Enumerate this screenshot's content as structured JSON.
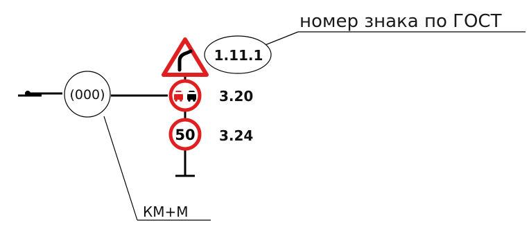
{
  "header_caption": "номер знака по ГОСТ",
  "signs": [
    {
      "code": "1.11.1",
      "name": "warning-curve-sign"
    },
    {
      "code": "3.20",
      "name": "no-overtaking-sign"
    },
    {
      "code": "3.24",
      "name": "speed-limit-sign",
      "value": "50"
    }
  ],
  "position_label": "(000)",
  "km_label": "КМ+М",
  "colors": {
    "sign_red": "#e02020",
    "line": "#000000"
  }
}
